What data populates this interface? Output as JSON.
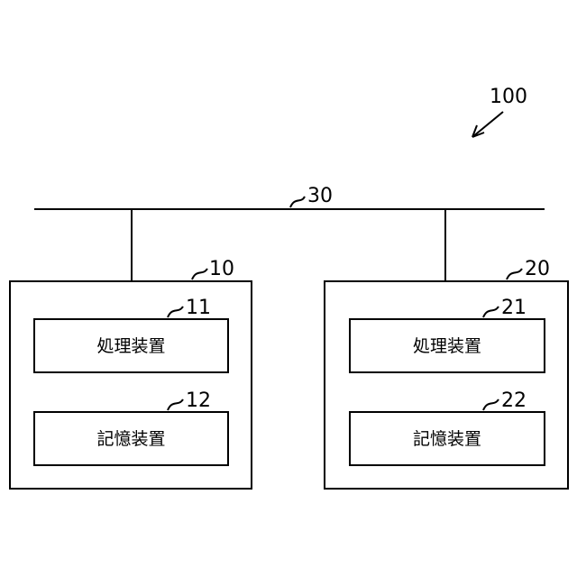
{
  "figure": {
    "system_ref": "100",
    "bus_ref": "30",
    "devices": [
      {
        "ref": "10",
        "components": [
          {
            "ref": "11",
            "label": "処理装置"
          },
          {
            "ref": "12",
            "label": "記憶装置"
          }
        ]
      },
      {
        "ref": "20",
        "components": [
          {
            "ref": "21",
            "label": "処理装置"
          },
          {
            "ref": "22",
            "label": "記憶装置"
          }
        ]
      }
    ]
  },
  "colors": {
    "line": "#000000",
    "background": "#ffffff"
  }
}
